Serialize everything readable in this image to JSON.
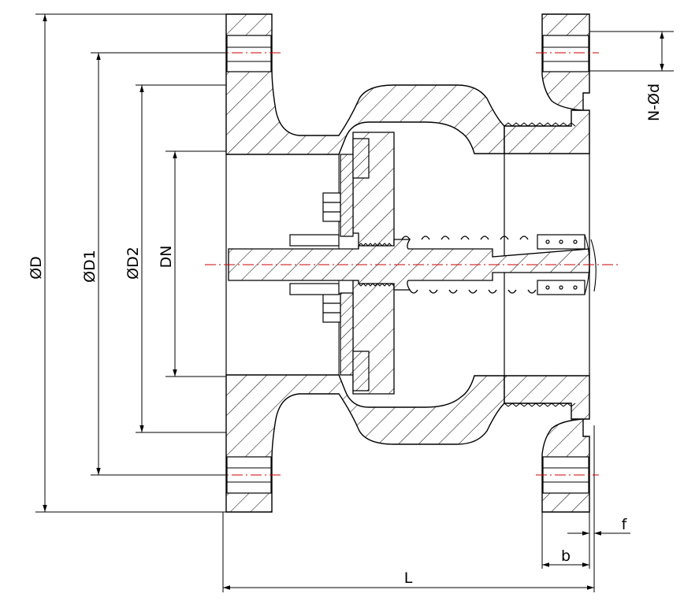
{
  "diagram": {
    "type": "check-valve-cross-section",
    "colors": {
      "outline": "#000000",
      "centerline": "#cc0000",
      "background": "#ffffff"
    },
    "dimensions": {
      "outer_diameter": "ØD",
      "bolt_circle_diameter": "ØD1",
      "raised_face_diameter": "ØD2",
      "nominal_diameter": "DN",
      "bolt_holes": "N-Ød",
      "face_length": "L",
      "flange_thickness": "b",
      "raised_face_height": "f"
    }
  }
}
